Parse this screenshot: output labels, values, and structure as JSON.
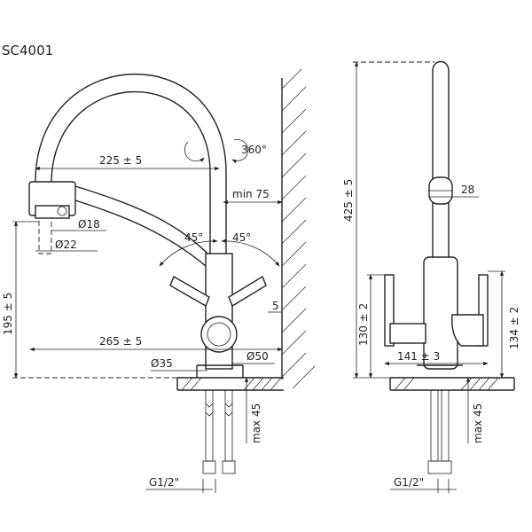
{
  "model": "SC4001",
  "front_view": {
    "dimensions": {
      "reach_top": "225 ± 5",
      "rotation": "360°",
      "wall_min": "min 75",
      "hose_d1": "Ø18",
      "hose_d2": "Ø22",
      "angle_left": "45°",
      "angle_right": "45°",
      "height_left": "195 ± 5",
      "wall_gap": "5",
      "reach_bottom": "265 ± 5",
      "base_d1": "Ø35",
      "base_d2": "Ø50",
      "deck_max": "max 45",
      "thread": "G1/2\""
    }
  },
  "side_view": {
    "dimensions": {
      "total_height": "425 ± 5",
      "spout_d": "28",
      "handle_left": "130 ± 2",
      "handle_right": "134 ± 2",
      "handle_span": "141 ± 3",
      "deck_max": "max 45",
      "thread": "G1/2\""
    }
  }
}
